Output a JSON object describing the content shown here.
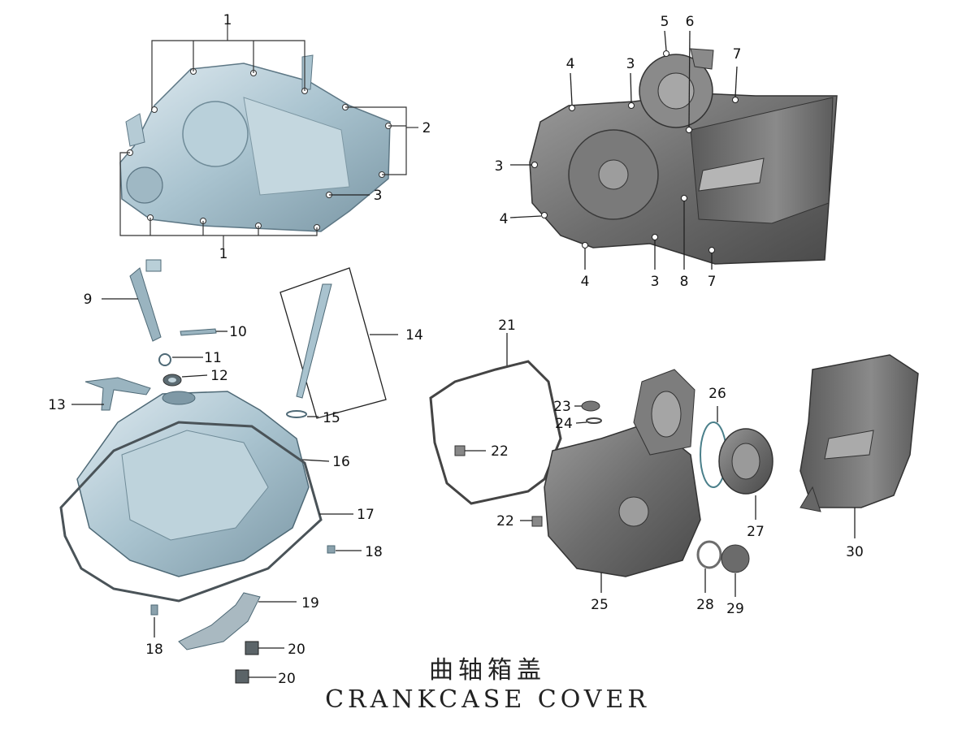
{
  "title_cn": "曲轴箱盖",
  "title_en": "CRANKCASE  COVER",
  "callouts": [
    {
      "label": "1"
    },
    {
      "label": "2"
    },
    {
      "label": "3"
    },
    {
      "label": "1"
    },
    {
      "label": "5"
    },
    {
      "label": "6"
    },
    {
      "label": "4"
    },
    {
      "label": "3"
    },
    {
      "label": "7"
    },
    {
      "label": "3"
    },
    {
      "label": "4"
    },
    {
      "label": "4"
    },
    {
      "label": "3"
    },
    {
      "label": "8"
    },
    {
      "label": "7"
    },
    {
      "label": "9"
    },
    {
      "label": "10"
    },
    {
      "label": "11"
    },
    {
      "label": "12"
    },
    {
      "label": "13"
    },
    {
      "label": "14"
    },
    {
      "label": "15"
    },
    {
      "label": "16"
    },
    {
      "label": "17"
    },
    {
      "label": "18"
    },
    {
      "label": "19"
    },
    {
      "label": "18"
    },
    {
      "label": "20"
    },
    {
      "label": "20"
    },
    {
      "label": "21"
    },
    {
      "label": "23"
    },
    {
      "label": "24"
    },
    {
      "label": "22"
    },
    {
      "label": "22"
    },
    {
      "label": "26"
    },
    {
      "label": "27"
    },
    {
      "label": "30"
    },
    {
      "label": "25"
    },
    {
      "label": "28"
    },
    {
      "label": "29"
    }
  ]
}
